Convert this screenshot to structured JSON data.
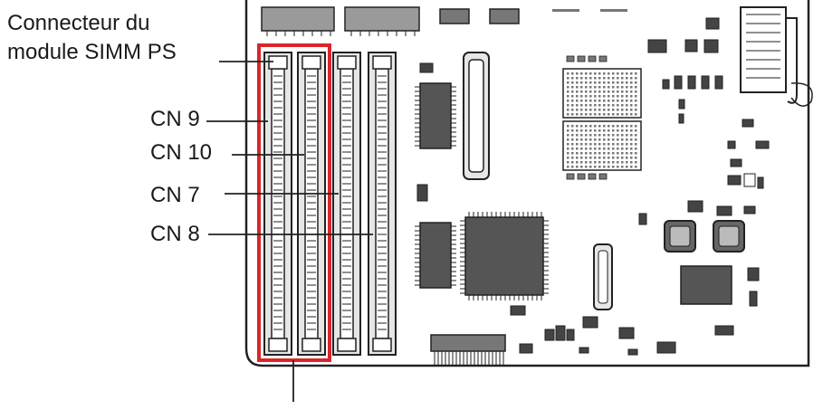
{
  "labels": {
    "simm_connector_line1": "Connecteur du",
    "simm_connector_line2": "module SIMM PS",
    "cn9": "CN 9",
    "cn10": "CN 10",
    "cn7": "CN 7",
    "cn8": "CN 8"
  },
  "colors": {
    "highlight": "#d9262b",
    "outline": "#222222",
    "chip_fill": "#555555",
    "slot_fill": "#e6e6e6"
  }
}
